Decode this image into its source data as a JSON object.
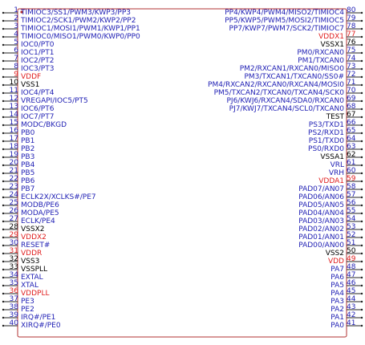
{
  "chip": {
    "body_color": "#b03030",
    "pin_line_color": "#202020",
    "colors": {
      "signal": "#1f1fb4",
      "power": "#e01e1e",
      "ground": "#000000"
    },
    "left_pins": [
      {
        "num": "1",
        "name": "TIMIOC3/SS1/PWM3/KWP3/PP3",
        "kind": "signal"
      },
      {
        "num": "2",
        "name": "TIMIOC2/SCK1/PWM2/KWP2/PP2",
        "kind": "signal"
      },
      {
        "num": "3",
        "name": "TIMIOC1/MOSI1/PWM1/KWP1/PP1",
        "kind": "signal"
      },
      {
        "num": "4",
        "name": "TIMIOC0/MISO1/PWM0/KWP0/PP0",
        "kind": "signal"
      },
      {
        "num": "5",
        "name": "IOC0/PT0",
        "kind": "signal"
      },
      {
        "num": "6",
        "name": "IOC1/PT1",
        "kind": "signal"
      },
      {
        "num": "7",
        "name": "IOC2/PT2",
        "kind": "signal"
      },
      {
        "num": "8",
        "name": "IOC3/PT3",
        "kind": "signal"
      },
      {
        "num": "9",
        "name": "VDDF",
        "kind": "power"
      },
      {
        "num": "10",
        "name": "VSS1",
        "kind": "ground"
      },
      {
        "num": "11",
        "name": "IOC4/PT4",
        "kind": "signal"
      },
      {
        "num": "12",
        "name": "VREGAPI/IOC5/PT5",
        "kind": "signal"
      },
      {
        "num": "13",
        "name": "IOC6/PT6",
        "kind": "signal"
      },
      {
        "num": "14",
        "name": "IOC7/PT7",
        "kind": "signal"
      },
      {
        "num": "15",
        "name": "MODC/BKGD",
        "kind": "signal"
      },
      {
        "num": "16",
        "name": "PB0",
        "kind": "signal"
      },
      {
        "num": "17",
        "name": "PB1",
        "kind": "signal"
      },
      {
        "num": "18",
        "name": "PB2",
        "kind": "signal"
      },
      {
        "num": "19",
        "name": "PB3",
        "kind": "signal"
      },
      {
        "num": "20",
        "name": "PB4",
        "kind": "signal"
      },
      {
        "num": "21",
        "name": "PB5",
        "kind": "signal"
      },
      {
        "num": "22",
        "name": "PB6",
        "kind": "signal"
      },
      {
        "num": "23",
        "name": "PB7",
        "kind": "signal"
      },
      {
        "num": "24",
        "name": "ECLK2X/XCLKS#/PE7",
        "kind": "signal"
      },
      {
        "num": "25",
        "name": "MODB/PE6",
        "kind": "signal"
      },
      {
        "num": "26",
        "name": "MODA/PE5",
        "kind": "signal"
      },
      {
        "num": "27",
        "name": "ECLK/PE4",
        "kind": "signal"
      },
      {
        "num": "28",
        "name": "VSSX2",
        "kind": "ground"
      },
      {
        "num": "29",
        "name": "VDDX2",
        "kind": "power"
      },
      {
        "num": "30",
        "name": "RESET#",
        "kind": "signal"
      },
      {
        "num": "31",
        "name": "VDDR",
        "kind": "power"
      },
      {
        "num": "32",
        "name": "VSS3",
        "kind": "ground"
      },
      {
        "num": "33",
        "name": "VSSPLL",
        "kind": "ground"
      },
      {
        "num": "34",
        "name": "EXTAL",
        "kind": "signal"
      },
      {
        "num": "35",
        "name": "XTAL",
        "kind": "signal"
      },
      {
        "num": "36",
        "name": "VDDPLL",
        "kind": "power"
      },
      {
        "num": "37",
        "name": "PE3",
        "kind": "signal"
      },
      {
        "num": "38",
        "name": "PE2",
        "kind": "signal"
      },
      {
        "num": "39",
        "name": "IRQ#/PE1",
        "kind": "signal"
      },
      {
        "num": "40",
        "name": "XIRQ#/PE0",
        "kind": "signal"
      }
    ],
    "right_pins": [
      {
        "num": "80",
        "name": "PP4/KWP4/PWM4/MISO2/TIMIOC4",
        "kind": "signal"
      },
      {
        "num": "79",
        "name": "PP5/KWP5/PWM5/MOSI2/TIMIOC5",
        "kind": "signal"
      },
      {
        "num": "78",
        "name": "PP7/KWP7/PWM7/SCK2/TIMIOC7",
        "kind": "signal"
      },
      {
        "num": "77",
        "name": "VDDX1",
        "kind": "power"
      },
      {
        "num": "76",
        "name": "VSSX1",
        "kind": "ground"
      },
      {
        "num": "75",
        "name": "PM0/RXCAN0",
        "kind": "signal"
      },
      {
        "num": "74",
        "name": "PM1/TXCAN0",
        "kind": "signal"
      },
      {
        "num": "73",
        "name": "PM2/RXCAN1/RXCAN0/MISO0",
        "kind": "signal"
      },
      {
        "num": "72",
        "name": "PM3/TXCAN1/TXCAN0/SS0#",
        "kind": "signal"
      },
      {
        "num": "71",
        "name": "PM4/RXCAN2/RXCAN0/RXCAN4/MOSI0",
        "kind": "signal"
      },
      {
        "num": "70",
        "name": "PM5/TXCAN2/TXCAN0/TXCAN4/SCK0",
        "kind": "signal"
      },
      {
        "num": "69",
        "name": "PJ6/KWJ6/RXCAN4/SDA0/RXCAN0",
        "kind": "signal"
      },
      {
        "num": "68",
        "name": "PJ7/KWJ7/TXCAN4/SCL0/TXCAN0",
        "kind": "signal"
      },
      {
        "num": "67",
        "name": "TEST",
        "kind": "ground"
      },
      {
        "num": "66",
        "name": "PS3/TXD1",
        "kind": "signal"
      },
      {
        "num": "65",
        "name": "PS2/RXD1",
        "kind": "signal"
      },
      {
        "num": "64",
        "name": "PS1/TXD0",
        "kind": "signal"
      },
      {
        "num": "63",
        "name": "PS0/RXD0",
        "kind": "signal"
      },
      {
        "num": "62",
        "name": "VSSA1",
        "kind": "ground"
      },
      {
        "num": "61",
        "name": "VRL",
        "kind": "signal"
      },
      {
        "num": "60",
        "name": "VRH",
        "kind": "signal"
      },
      {
        "num": "59",
        "name": "VDDA1",
        "kind": "power"
      },
      {
        "num": "58",
        "name": "PAD07/AN07",
        "kind": "signal"
      },
      {
        "num": "57",
        "name": "PAD06/AN06",
        "kind": "signal"
      },
      {
        "num": "56",
        "name": "PAD05/AN05",
        "kind": "signal"
      },
      {
        "num": "55",
        "name": "PAD04/AN04",
        "kind": "signal"
      },
      {
        "num": "54",
        "name": "PAD03/AN03",
        "kind": "signal"
      },
      {
        "num": "53",
        "name": "PAD02/AN02",
        "kind": "signal"
      },
      {
        "num": "52",
        "name": "PAD01/AN01",
        "kind": "signal"
      },
      {
        "num": "51",
        "name": "PAD00/AN00",
        "kind": "signal"
      },
      {
        "num": "50",
        "name": "VSS2",
        "kind": "ground"
      },
      {
        "num": "49",
        "name": "VDD",
        "kind": "power"
      },
      {
        "num": "48",
        "name": "PA7",
        "kind": "signal"
      },
      {
        "num": "47",
        "name": "PA6",
        "kind": "signal"
      },
      {
        "num": "46",
        "name": "PA5",
        "kind": "signal"
      },
      {
        "num": "45",
        "name": "PA4",
        "kind": "signal"
      },
      {
        "num": "44",
        "name": "PA3",
        "kind": "signal"
      },
      {
        "num": "43",
        "name": "PA2",
        "kind": "signal"
      },
      {
        "num": "42",
        "name": "PA1",
        "kind": "signal"
      },
      {
        "num": "41",
        "name": "PA0",
        "kind": "signal"
      }
    ]
  }
}
